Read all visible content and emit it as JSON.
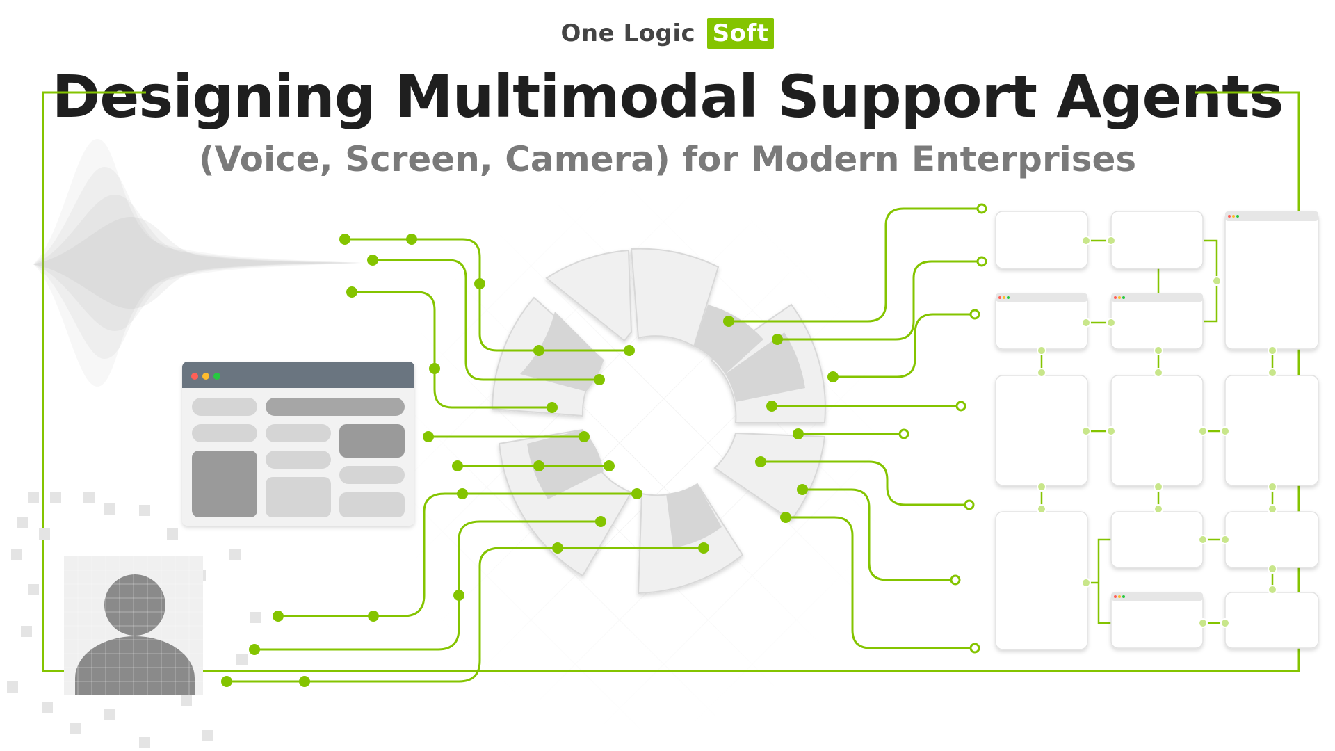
{
  "brand": {
    "name": "One Logic",
    "highlight": "Soft",
    "accent_color": "#84c400"
  },
  "title": "Designing Multimodal Support Agents",
  "subtitle": "(Voice, Screen, Camera) for Modern Enterprises",
  "colors": {
    "connector": "#84c400",
    "panel": "#e6e6e6",
    "panel_dark": "#d4d4d4",
    "frame": "#84c400"
  },
  "icons": [
    "voice-waveform-icon",
    "screen-window-icon",
    "camera-user-icon",
    "data-hub-icon",
    "workflow-window-icon"
  ]
}
